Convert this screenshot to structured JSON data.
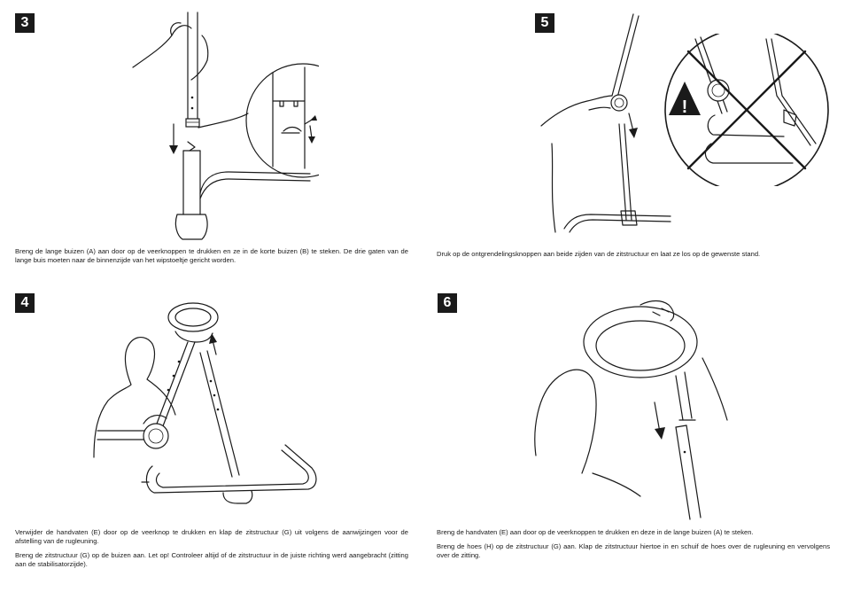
{
  "steps": [
    {
      "number": "3",
      "paragraphs": [
        "Breng de lange buizen (A) aan door op de veerknoppen te drukken en ze in de korte buizen (B) te steken. De drie gaten van de lange buis moeten naar de binnenzijde van het wipstoeltje gericht worden."
      ]
    },
    {
      "number": "5",
      "paragraphs": [
        "Druk op de ontgrendelingsknoppen aan beide zijden van de zitstructuur en laat ze los op de gewenste stand."
      ]
    },
    {
      "number": "4",
      "paragraphs": [
        "Verwijder de handvaten (E) door op de veerknop te drukken en klap de zitstructuur (G) uit volgens de aanwijzingen voor de afstelling van de rugleuning.",
        "Breng de zitstructuur (G) op de buizen aan. Let op! Controleer altijd of de zitstructuur in de juiste richting werd aangebracht (zitting aan de stabilisatorzijde)."
      ]
    },
    {
      "number": "6",
      "paragraphs": [
        "Breng de handvaten (E) aan door op de veerknoppen te drukken en deze in de lange buizen (A) te steken.",
        "Breng de hoes (H) op de zitstructuur (G) aan. Klap de zitstructuur hiertoe in en schuif de hoes over de rugleuning en vervolgens over de zitting."
      ]
    }
  ],
  "warning": {
    "symbol": "!"
  }
}
